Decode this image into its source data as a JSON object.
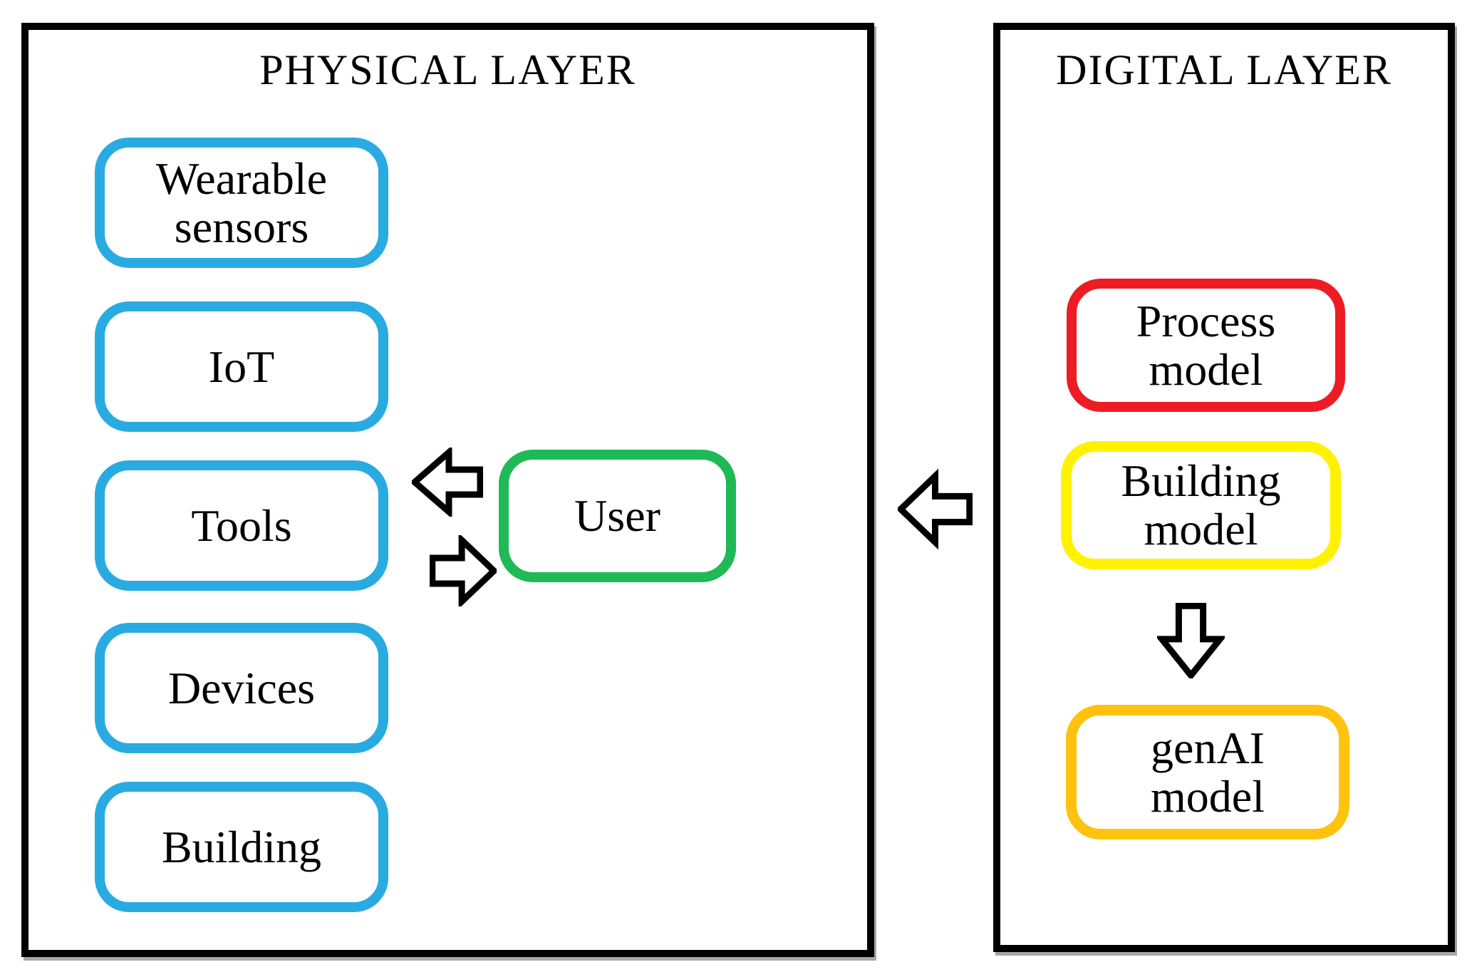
{
  "physical": {
    "title": "PHYSICAL LAYER",
    "nodes": [
      {
        "id": "wearable-sensors",
        "label": "Wearable sensors"
      },
      {
        "id": "iot",
        "label": "IoT"
      },
      {
        "id": "tools",
        "label": "Tools"
      },
      {
        "id": "devices",
        "label": "Devices"
      },
      {
        "id": "building",
        "label": "Building"
      }
    ],
    "user": {
      "label": "User"
    }
  },
  "digital": {
    "title": "DIGITAL LAYER",
    "nodes": [
      {
        "id": "process-model",
        "label": "Process model"
      },
      {
        "id": "building-model",
        "label": "Building model"
      },
      {
        "id": "genai-model",
        "label": "genAI model"
      }
    ]
  },
  "arrows": [
    {
      "id": "user-to-tools",
      "direction": "left"
    },
    {
      "id": "tools-to-user",
      "direction": "right"
    },
    {
      "id": "digital-to-physical",
      "direction": "left"
    },
    {
      "id": "building-model-to-genai",
      "direction": "down"
    }
  ],
  "colors": {
    "physical_node_border": "#29ABE2",
    "user_node_border": "#1FB955",
    "process_model_border": "#ED1C24",
    "building_model_border": "#FFF200",
    "genai_model_border": "#FFC20E",
    "frame_border": "#000000",
    "arrow_outline": "#000000",
    "arrow_fill": "#FFFFFF"
  }
}
